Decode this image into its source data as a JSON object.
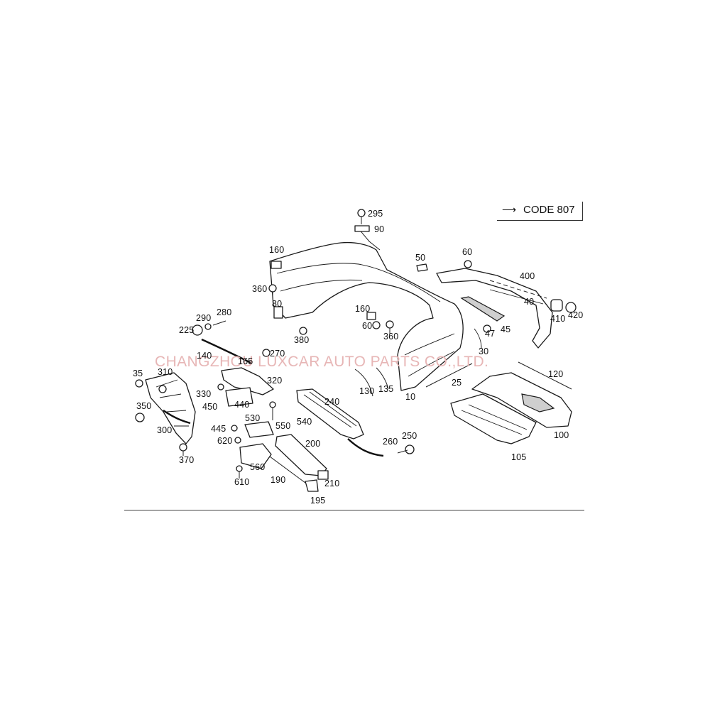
{
  "code_label": "CODE 807",
  "code_arrow": "⟶",
  "watermark": "CHANGZHOU LUXCAR AUTO PARTS CO.,LTD.",
  "callouts": [
    "295",
    "90",
    "160",
    "50",
    "60",
    "400",
    "40",
    "410",
    "420",
    "360",
    "80",
    "160",
    "60",
    "360",
    "380",
    "47",
    "45",
    "30",
    "120",
    "280",
    "290",
    "225",
    "140",
    "270",
    "165",
    "35",
    "310",
    "320",
    "130",
    "135",
    "10",
    "25",
    "330",
    "450",
    "440",
    "240",
    "350",
    "300",
    "445",
    "530",
    "550",
    "540",
    "260",
    "250",
    "100",
    "620",
    "200",
    "105",
    "560",
    "370",
    "610",
    "190",
    "210",
    "195"
  ]
}
